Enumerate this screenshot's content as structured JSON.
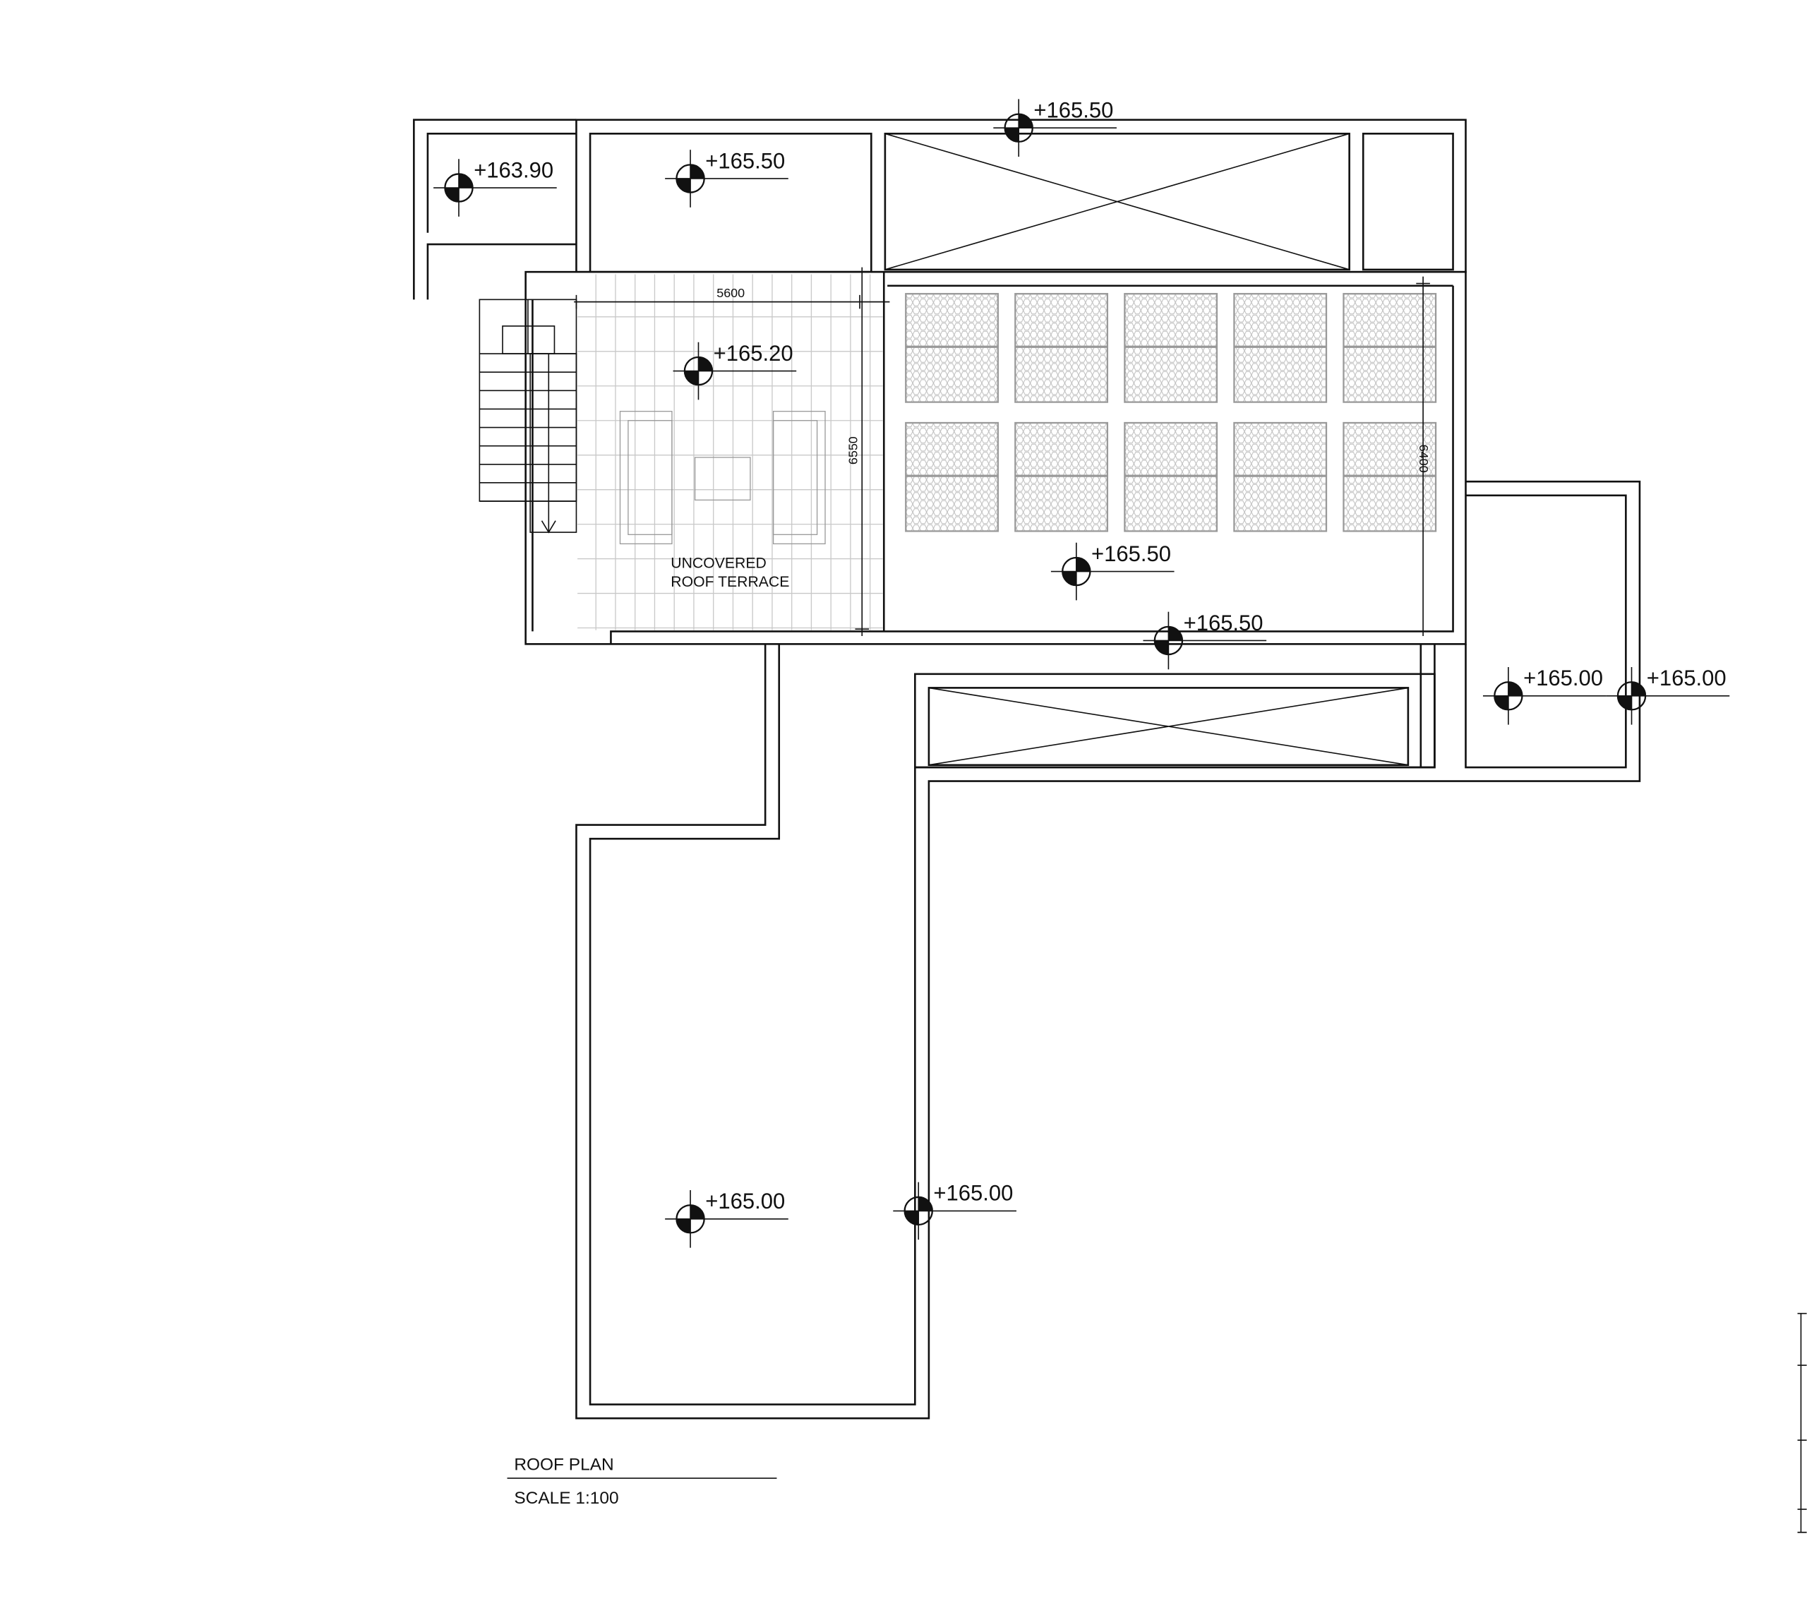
{
  "title": "ROOF PLAN",
  "scale": "SCALE 1:100",
  "terrace_label": [
    "UNCOVERED",
    "ROOF TERRACE"
  ],
  "dimensions": {
    "terrace_width": "5600",
    "terrace_depth": "6550",
    "solar_depth": "6400"
  },
  "levels": [
    "+163.90",
    "+165.50",
    "+165.50",
    "+165.20",
    "+165.50",
    "+165.50",
    "+165.00",
    "+165.00",
    "+165.00",
    "+165.00"
  ],
  "solar_panels": {
    "columns": 5,
    "rows": 2
  }
}
